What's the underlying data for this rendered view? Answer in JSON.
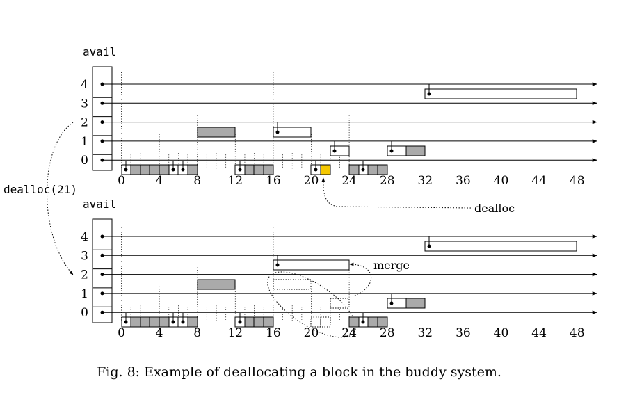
{
  "top_panel": {
    "avail_label": "avail",
    "levels": [
      "4",
      "3",
      "2",
      "1",
      "0"
    ],
    "ticks": [
      "0",
      "4",
      "8",
      "12",
      "16",
      "20",
      "24",
      "28",
      "32",
      "36",
      "40",
      "44",
      "48"
    ],
    "dealloc_label": "dealloc"
  },
  "bottom_panel": {
    "avail_label": "avail",
    "levels": [
      "4",
      "3",
      "2",
      "1",
      "0"
    ],
    "ticks": [
      "0",
      "4",
      "8",
      "12",
      "16",
      "20",
      "24",
      "28",
      "32",
      "36",
      "40",
      "44",
      "48"
    ],
    "merge_label": "merge"
  },
  "side_call": "dealloc(21)",
  "caption": "Fig. 8: Example of deallocating a block in the buddy system.",
  "colors": {
    "allocated": "#aaaaaa",
    "freed": "#f5c800",
    "free": "#ffffff"
  }
}
